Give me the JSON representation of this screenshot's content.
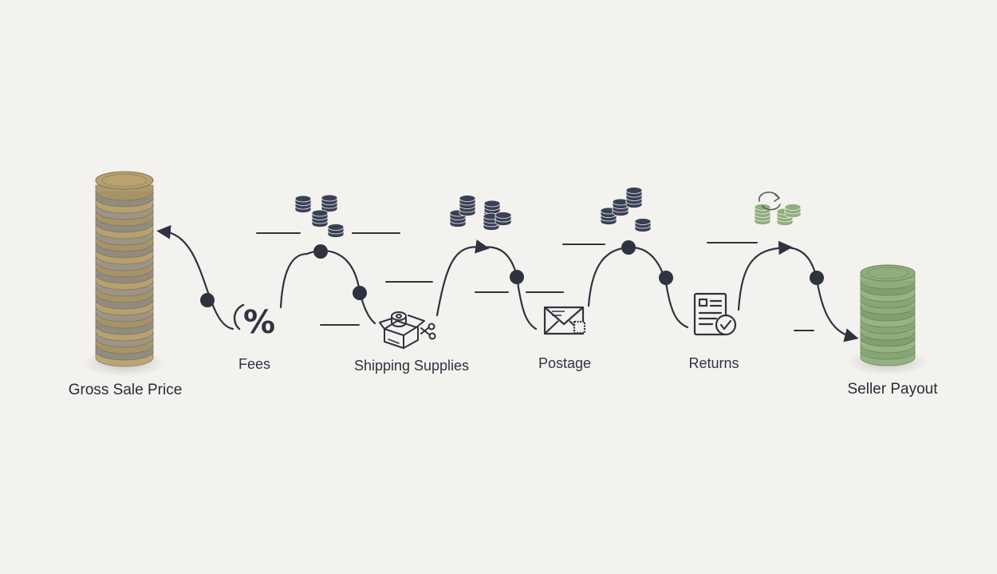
{
  "diagram": {
    "start": {
      "label": "Gross Sale Price"
    },
    "end": {
      "label": "Seller Payout"
    },
    "stages": [
      {
        "id": "fees",
        "label": "Fees",
        "icon": "percent-icon"
      },
      {
        "id": "shipping-supplies",
        "label": "Shipping Supplies",
        "icon": "package-tape-scissors-icon"
      },
      {
        "id": "postage",
        "label": "Postage",
        "icon": "envelope-stamp-icon"
      },
      {
        "id": "returns",
        "label": "Returns",
        "icon": "document-checkmark-icon"
      }
    ],
    "colors": {
      "background": "#f3f2ee",
      "ink": "#2f3340",
      "coin_gold": "#b9a26e",
      "coin_gray": "#8e8a80",
      "coin_green": "#8fae7c",
      "coin_navy": "#3a4155"
    }
  }
}
